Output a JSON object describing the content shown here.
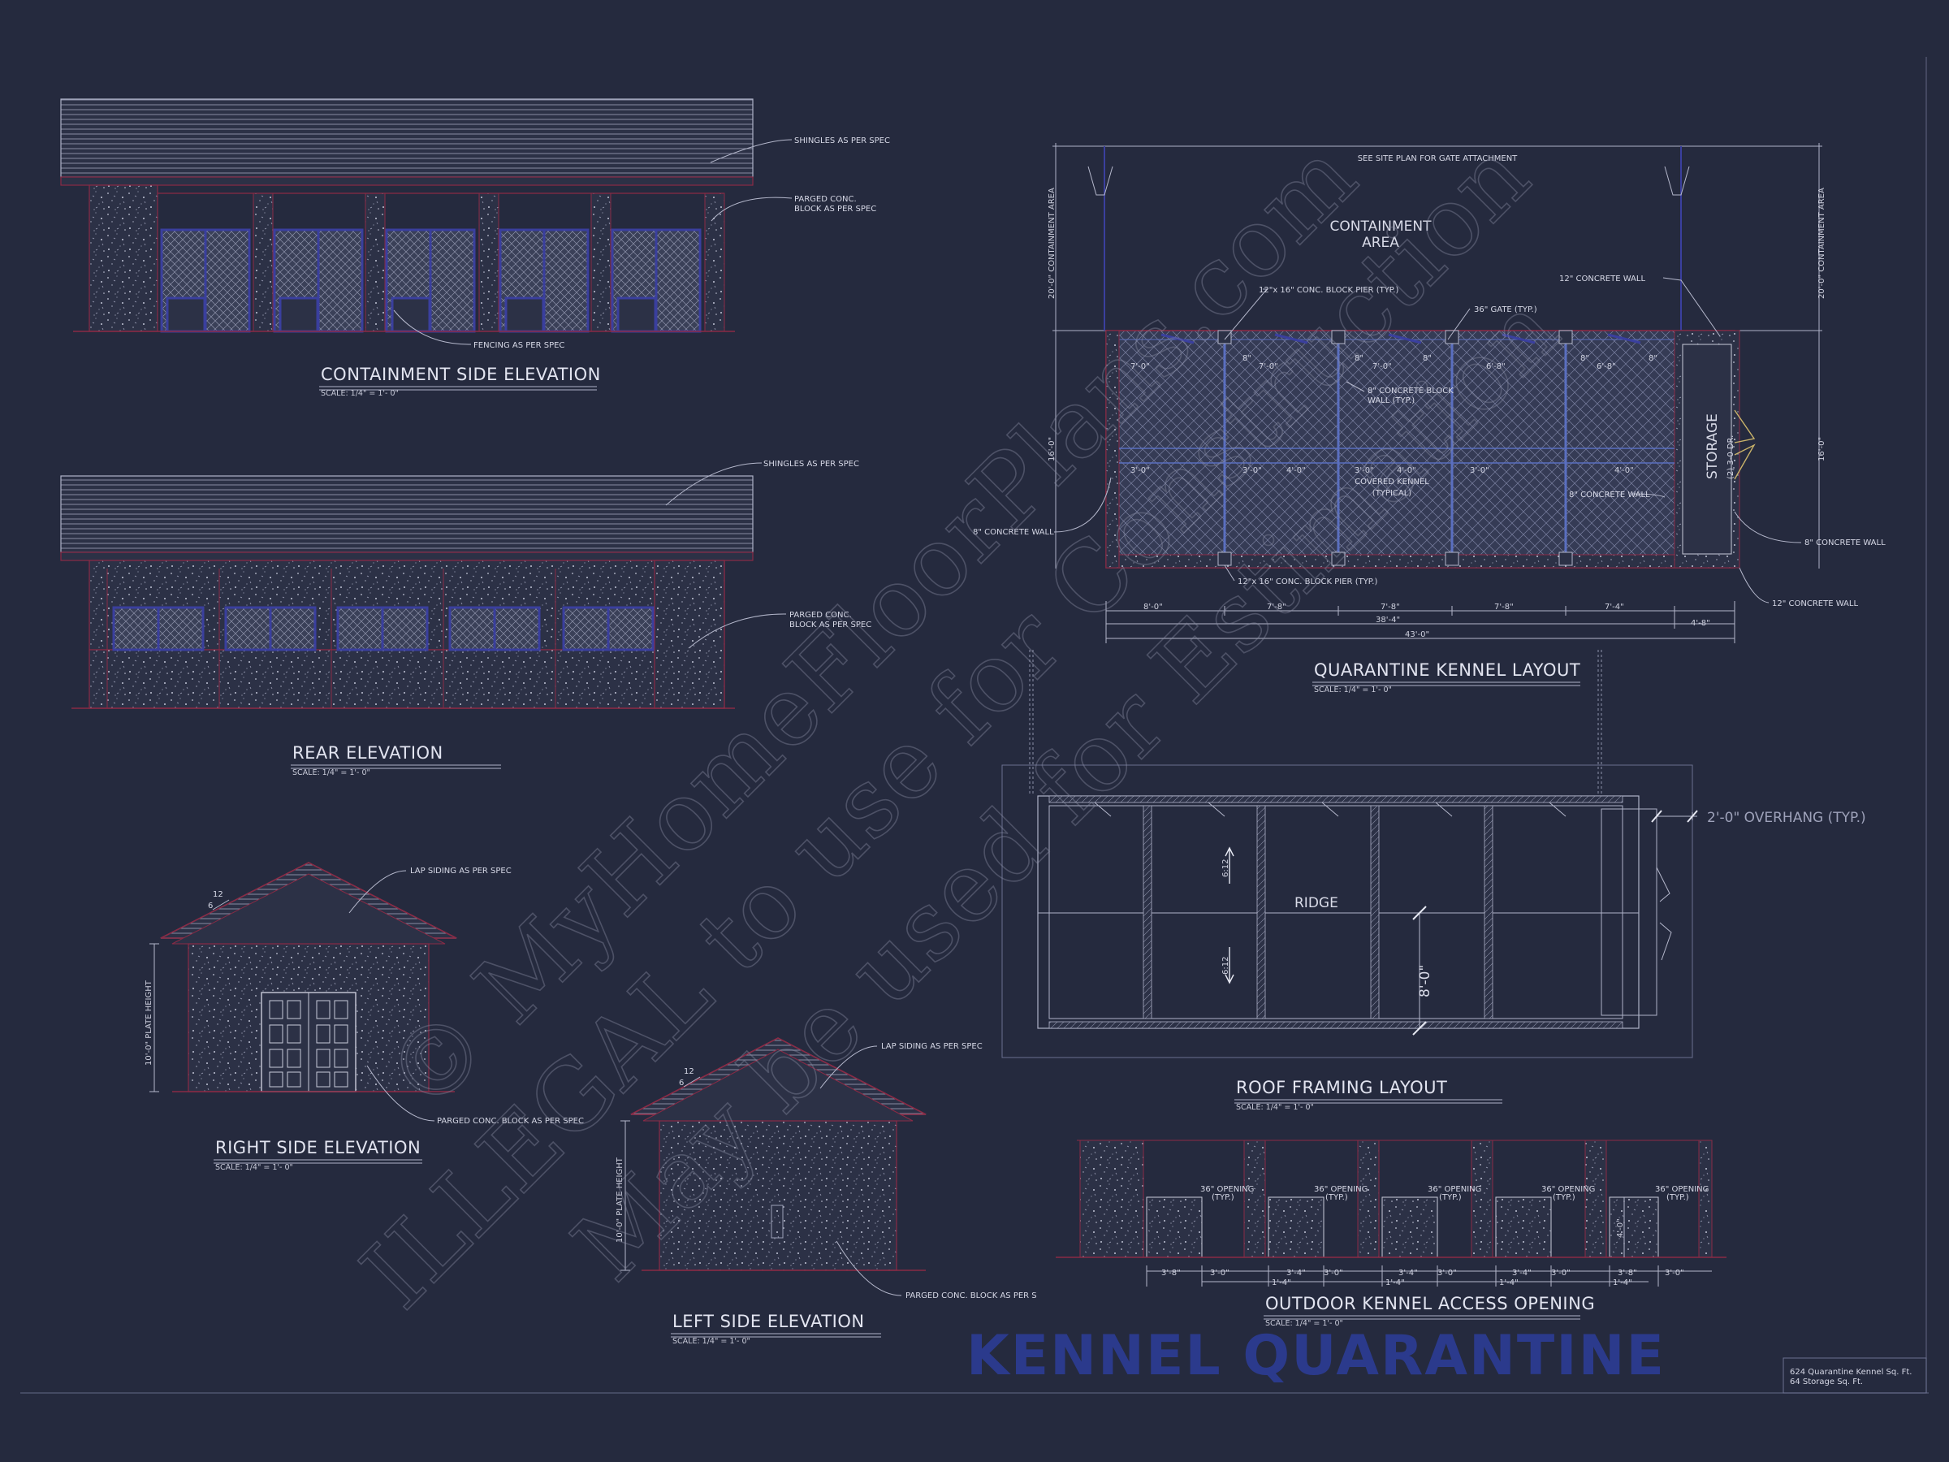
{
  "sheet": {
    "background": "#252a3e",
    "line_color": "#a6a9c0",
    "accent_red": "#8a2a45",
    "accent_blue": "#3a3f9e"
  },
  "views": {
    "containment_side": {
      "title": "CONTAINMENT SIDE ELEVATION",
      "scale": "SCALE:  1/4\" = 1'- 0\"",
      "notes": [
        "SHINGLES AS PER SPEC",
        "PARGED CONC.",
        "BLOCK AS PER SPEC",
        "FENCING AS PER SPEC"
      ]
    },
    "rear": {
      "title": "REAR ELEVATION",
      "scale": "SCALE:  1/4\" = 1'- 0\"",
      "notes": [
        "SHINGLES AS PER SPEC",
        "PARGED CONC.",
        "BLOCK AS PER SPEC"
      ]
    },
    "right_side": {
      "title": "RIGHT SIDE ELEVATION",
      "scale": "SCALE:  1/4\" = 1'- 0\"",
      "pitch_num": "12",
      "pitch_den": "6",
      "plate": "10'-0\" PLATE HEIGHT",
      "notes": [
        "LAP SIDING AS PER SPEC",
        "PARGED CONC. BLOCK AS PER SPEC"
      ]
    },
    "left_side": {
      "title": "LEFT SIDE ELEVATION",
      "scale": "SCALE:  1/4\" = 1'- 0\"",
      "pitch_num": "12",
      "pitch_den": "6",
      "plate": "10'-0\" PLATE HEIGHT",
      "notes": [
        "LAP SIDING AS PER SPEC",
        "PARGED CONC. BLOCK AS PER S"
      ]
    },
    "kennel_layout": {
      "title": "QUARANTINE KENNEL LAYOUT",
      "scale": "SCALE:  1/4\" = 1'- 0\"",
      "top_note": "SEE SITE PLAN FOR GATE ATTACHMENT",
      "containment": [
        "CONTAINMENT",
        "AREA"
      ],
      "side_dim": "20'-0\" CONTAINMENT AREA",
      "height_dim": "16'-0\"",
      "storage": "STORAGE",
      "storage_door": "(2) 3-0 DR.",
      "covered": [
        "COVERED KENNEL",
        "(TYPICAL)"
      ],
      "notes": [
        "12\"x 16\" CONC. BLOCK PIER (TYP.)",
        "36\" GATE (TYP.)",
        "12\" CONCRETE WALL",
        "8\" CONCRETE BLOCK",
        "WALL (TYP.)",
        "8\" CONCRETE WALL",
        "8\" CONCRETE WALL",
        "8\" CONCRETE WALL",
        "12\"x 16\" CONC. BLOCK PIER (TYP.)",
        "12\" CONCRETE WALL"
      ],
      "bay_dims": [
        "8'-0\"",
        "7'-8\"",
        "7'-8\"",
        "7'-8\"",
        "7'-4\"",
        "4'-8\""
      ],
      "overall_1": "38'-4\"",
      "overall_2": "43'-0\"",
      "inner_dims": [
        "7'-0\"",
        "3'-0\"",
        "7'-0\"",
        "3'-0\"",
        "4'-0\"",
        "3'-0\"",
        "4'-0\"",
        "7'-0\"",
        "3'-0\"",
        "4'-0\"",
        "8\"",
        "8\"",
        "8\"",
        "8\"",
        "8\"",
        "6'-8\"",
        "6'-8\""
      ]
    },
    "roof_framing": {
      "title": "ROOF FRAMING LAYOUT",
      "scale": "SCALE:  1/4\" = 1'- 0\"",
      "overhang": "2'-0\" OVERHANG (TYP.)",
      "ridge": "RIDGE",
      "pitch": "6:12",
      "span": "8'-0\""
    },
    "access_opening": {
      "title": "OUTDOOR KENNEL ACCESS OPENING",
      "scale": "SCALE:  1/4\" = 1'- 0\"",
      "opening": [
        "36\" OPENING",
        "(TYP.)"
      ],
      "height": "4'-0\"",
      "dims_top": [
        "3'-8\"",
        "3'-0\"",
        "3'-4\"",
        "3'-0\"",
        "3'-4\"",
        "3'-0\"",
        "3'-4\"",
        "3'-0\"",
        "3'-8\"",
        "3'-0\""
      ],
      "dims_bottom": [
        "1'-4\"",
        "1'-4\"",
        "1'-4\"",
        "1'-4\""
      ]
    }
  },
  "watermark": {
    "line1": "© MyHomeFloorPlans.com",
    "line2": "ILLEGAL to use for Construction",
    "line3": "May be used for Estimation"
  },
  "brand_title": "KENNEL QUARANTINE",
  "title_block": {
    "line1": "624 Quarantine Kennel Sq. Ft.",
    "line2": "64 Storage Sq. Ft."
  }
}
